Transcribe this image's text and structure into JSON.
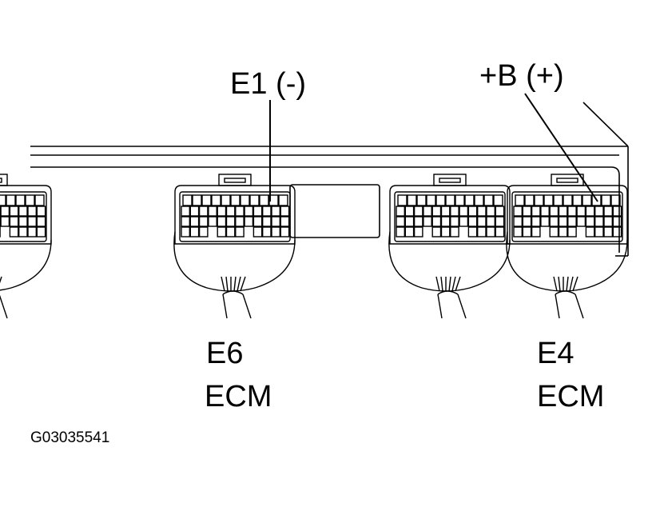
{
  "callouts": {
    "e1_label": "E1  (-)",
    "b_label": "+B (+)"
  },
  "connectors": [
    {
      "id": "E6",
      "name": "E6",
      "unit": "ECM"
    },
    {
      "id": "E4",
      "name": "E4",
      "unit": "ECM"
    }
  ],
  "figure_id": "G03035541",
  "colors": {
    "ink": "#000000",
    "paper": "#ffffff"
  }
}
